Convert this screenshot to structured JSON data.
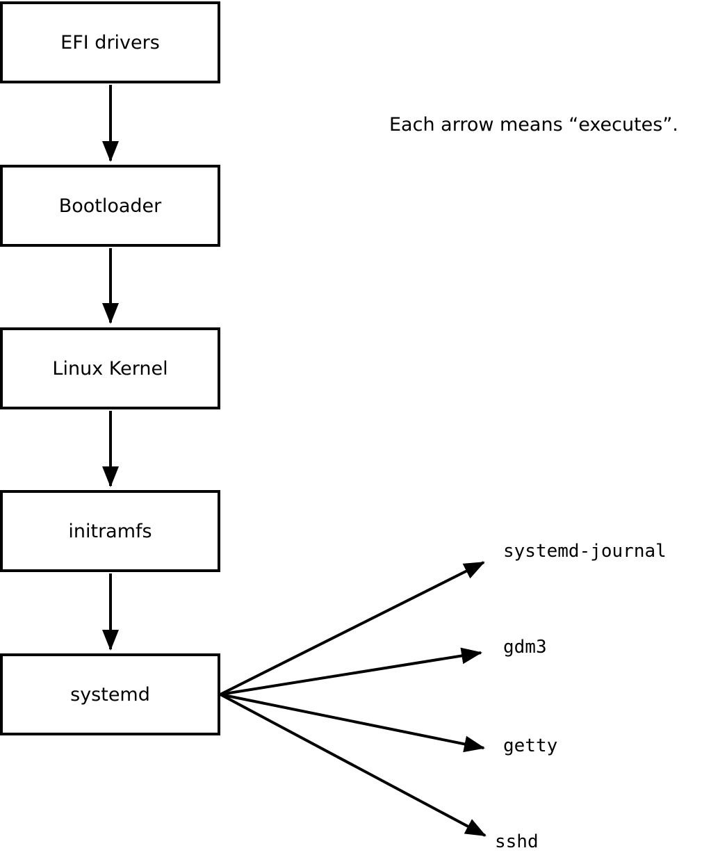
{
  "note": "Each arrow means “executes”.",
  "chain": [
    {
      "label": "EFI drivers"
    },
    {
      "label": "Bootloader"
    },
    {
      "label": "Linux Kernel"
    },
    {
      "label": "initramfs"
    },
    {
      "label": "systemd"
    }
  ],
  "targets": [
    {
      "label": "systemd-journal"
    },
    {
      "label": "gdm3"
    },
    {
      "label": "getty"
    },
    {
      "label": "sshd"
    }
  ],
  "edges": [
    "EFI drivers → Bootloader",
    "Bootloader → Linux Kernel",
    "Linux Kernel → initramfs",
    "initramfs → systemd",
    "systemd → systemd-journal",
    "systemd → gdm3",
    "systemd → getty",
    "systemd → sshd"
  ],
  "colors": {
    "box_border": "#000000",
    "background": "#ffffff",
    "text": "#000000",
    "arrow": "#000000"
  }
}
